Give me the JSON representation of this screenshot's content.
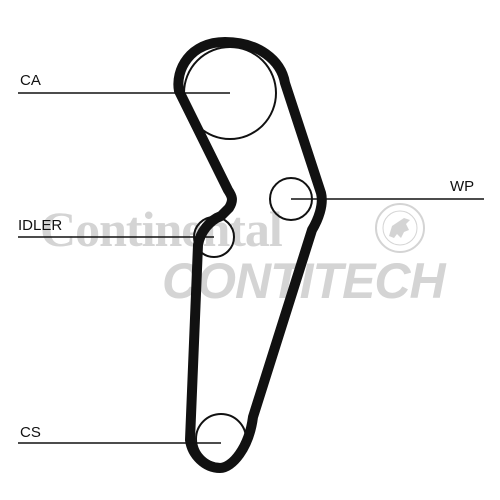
{
  "diagram": {
    "belt_color": "#111111",
    "watermark_color": "#d4d4d4",
    "components": [
      {
        "key": "ca",
        "label": "CA"
      },
      {
        "key": "wp",
        "label": "WP"
      },
      {
        "key": "idler",
        "label": "IDLER"
      },
      {
        "key": "cs",
        "label": "CS"
      }
    ]
  },
  "watermark": {
    "brand": "Continental",
    "product_line": "CONTITECH"
  }
}
